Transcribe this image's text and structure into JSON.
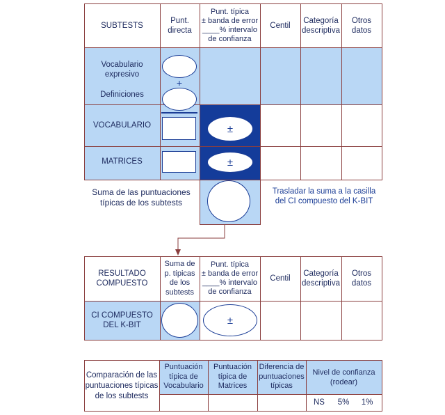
{
  "table1": {
    "headers": {
      "subtests": "SUBTESTS",
      "punt_directa": "Punt.\ndirecta",
      "punt_tipica": "Punt. típica\n± banda de error\n____% intervalo\nde confianza",
      "centil": "Centil",
      "categoria": "Categoría\ndescriptiva",
      "otros": "Otros\ndatos"
    },
    "rows": {
      "vocab_expresivo": "Vocabulario\nexpresivo",
      "plus": "+",
      "definiciones": "Definiciones",
      "vocabulario": "VOCABULARIO",
      "matrices": "MATRICES"
    },
    "pm_symbol": "±",
    "suma_label": "Suma de las puntuaciones\ntípicas de los subtests",
    "note": "Trasladar la suma a la casilla\ndel CI compuesto del K-BIT"
  },
  "table2": {
    "headers": {
      "resultado": "RESULTADO\nCOMPUESTO",
      "suma": "Suma de\np. típicas\nde los\nsubtests",
      "punt_tipica": "Punt. típica\n± banda de error\n____% intervalo\nde confianza",
      "centil": "Centil",
      "categoria": "Categoría\ndescriptiva",
      "otros": "Otros\ndatos"
    },
    "row_label": "CI COMPUESTO\nDEL K-BIT",
    "pm_symbol": "±"
  },
  "table3": {
    "label": "Comparación de las\npuntuaciones típicas\nde los subtests",
    "headers": {
      "vocab": "Puntuación\ntípica de\nVocabulario",
      "matrices": "Puntuación\ntípica de\nMatrices",
      "diferencia": "Diferencia de\npuntuaciones\ntípicas",
      "nivel": "Nivel de confianza\n(rodear)"
    },
    "levels": [
      "NS",
      "5%",
      "1%"
    ]
  },
  "colors": {
    "light_blue": "#b9d7f5",
    "dark_blue": "#143c9a",
    "border_brown": "#8a3e3e",
    "text_navy": "#1d2a5e"
  }
}
